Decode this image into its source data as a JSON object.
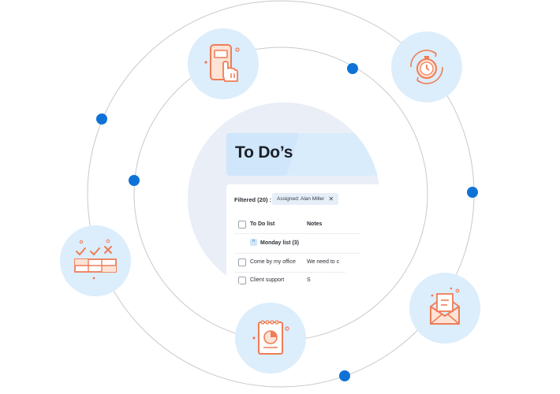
{
  "colors": {
    "accent_blue": "#0f72d6",
    "icon_bg": "#dcedfb",
    "icon_stroke": "#ef7d57",
    "ring": "#c7c9cc",
    "header_bg": "#cfe6fb"
  },
  "card": {
    "title": "To Do’s",
    "filter_label": "Filtered (20) :",
    "chip_label": "Assigned: Alan Miller",
    "chip_close": "✕",
    "columns": {
      "todo": "To Do list",
      "notes": "Notes"
    },
    "group": {
      "toggle": "^",
      "label": "Monday list (3)"
    },
    "rows": [
      {
        "todo": "Come by my office",
        "notes": "We need to c"
      },
      {
        "todo": "Client support",
        "notes": "S"
      }
    ]
  },
  "icons": [
    "mobile-touch-icon",
    "stopwatch-refresh-icon",
    "checklist-table-icon",
    "report-chart-icon",
    "mail-document-icon"
  ]
}
